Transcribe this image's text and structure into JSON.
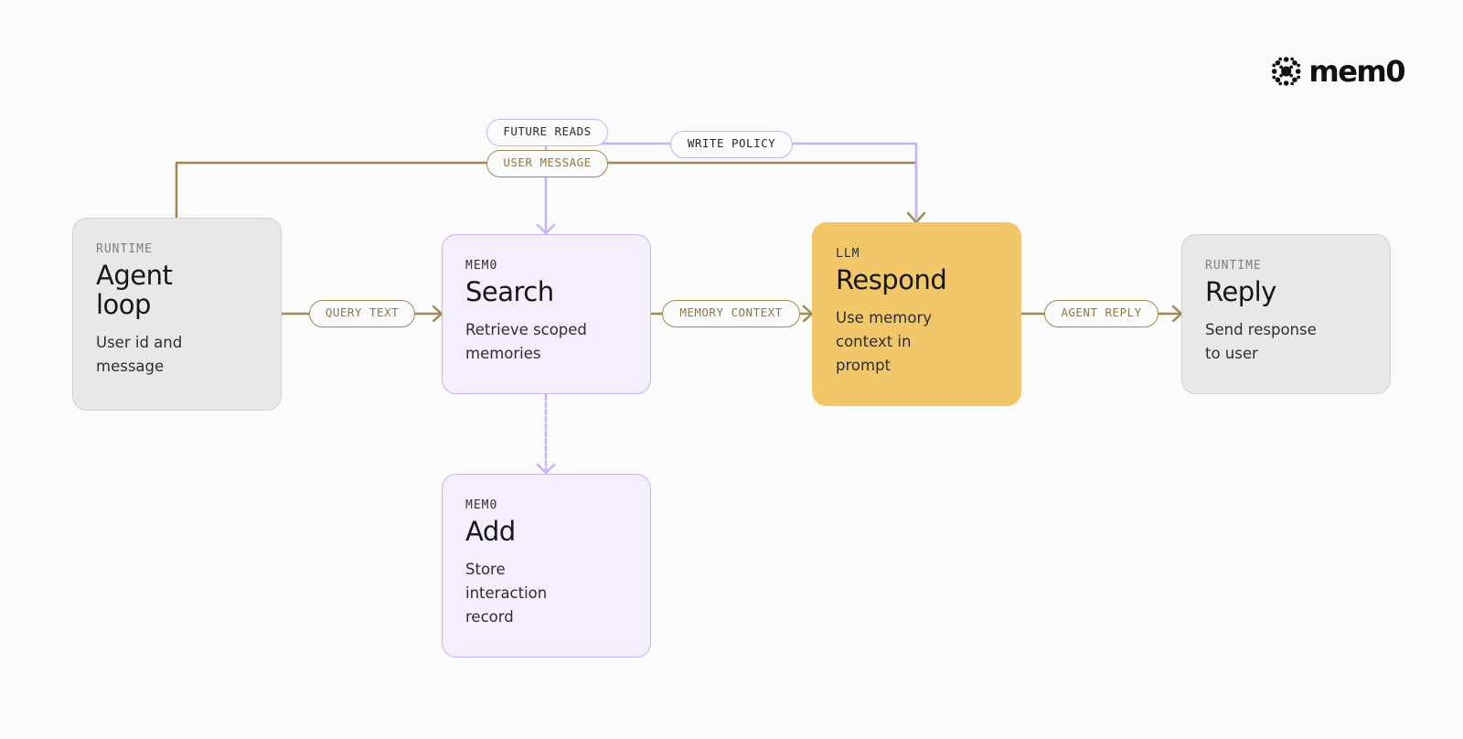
{
  "brand": {
    "name": "mem0"
  },
  "nodes": {
    "agent": {
      "kicker": "RUNTIME",
      "title": "Agent loop",
      "desc": "User id and message"
    },
    "search": {
      "kicker": "MEM0",
      "title": "Search",
      "desc": "Retrieve scoped memories"
    },
    "respond": {
      "kicker": "LLM",
      "title": "Respond",
      "desc": "Use memory context in prompt"
    },
    "reply": {
      "kicker": "RUNTIME",
      "title": "Reply",
      "desc": "Send response to user"
    },
    "add": {
      "kicker": "MEM0",
      "title": "Add",
      "desc": "Store interaction record"
    }
  },
  "edges": {
    "query_text": "QUERY TEXT",
    "memory_context": "MEMORY CONTEXT",
    "agent_reply": "AGENT REPLY",
    "user_message": "USER MESSAGE",
    "future_reads": "FUTURE READS",
    "write_policy": "WRITE POLICY"
  },
  "colors": {
    "gold_line": "#9e8a52",
    "purple_line": "#c8b4f2",
    "runtime_fill": "#e8e8e8",
    "mem0_fill": "#f4eefd",
    "llm_fill": "#f1c76a"
  }
}
